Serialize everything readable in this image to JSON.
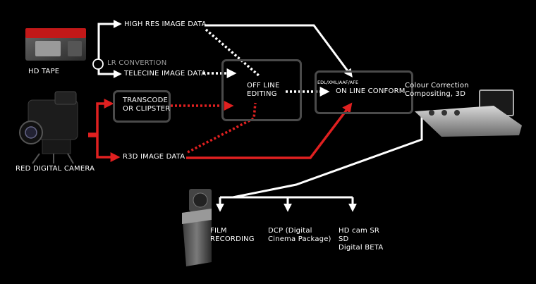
{
  "sources": {
    "hd_tape": "HD TAPE",
    "red_camera": "RED DIGITAL CAMERA"
  },
  "branches": {
    "high_res": "HIGH RES IMAGE DATA",
    "lr_convertion": "LR CONVERTION",
    "telecine": "TELECINE IMAGE DATA",
    "r3d": "R3D IMAGE DATA"
  },
  "boxes": {
    "transcode": "TRANSCODE\nOR CLIPSTER",
    "offline": "OFF LINE\nEDITING",
    "edl": "EDL/XML/AAF/AFE",
    "online": "ON LINE CONFORM"
  },
  "grading": "Colour Correction\nCompositing, 3D",
  "outputs": {
    "film": "FILM\nRECORDING",
    "dcp": "DCP (Digital\nCinema Package)",
    "hdcam": "HD cam SR\nSD\nDigital BETA"
  },
  "colors": {
    "white_path": "#ffffff",
    "red_path": "#e02020",
    "box_border": "#4a4a4a",
    "grey_text": "#9a9a9a"
  }
}
